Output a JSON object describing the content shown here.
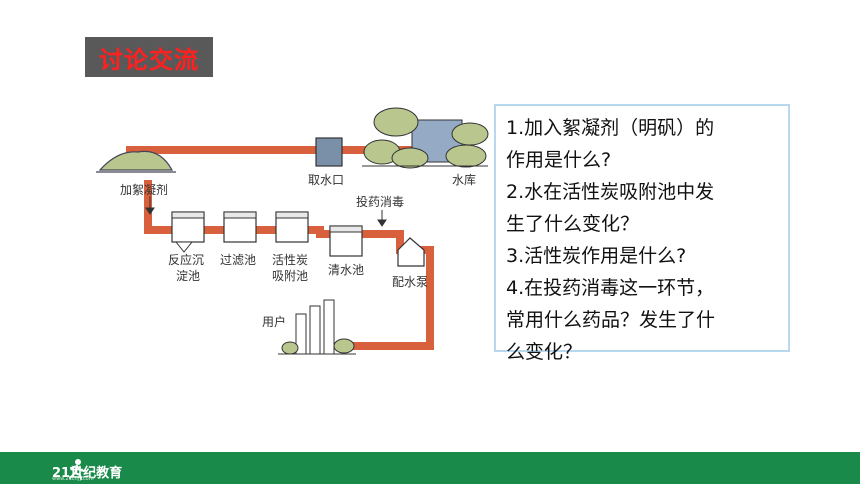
{
  "title": "讨论交流",
  "diagram": {
    "labels": {
      "add_coagulant": "加絮凝剂",
      "water_intake": "取水口",
      "reservoir": "水库",
      "dosing_disinfection": "投药消毒",
      "reaction_settling_1": "反应沉",
      "reaction_settling_2": "淀池",
      "filter_tank": "过滤池",
      "activated_carbon_1": "活性炭",
      "activated_carbon_2": "吸附池",
      "clear_water_tank": "清水池",
      "distribution_pump": "配水泵",
      "users": "用户"
    },
    "colors": {
      "pipe": "#d9603c",
      "tree": "#b9c78f"
    }
  },
  "questions": [
    "1.加入絮凝剂（明矾）的",
    "作用是什么?",
    "2.水在活性炭吸附池中发",
    "生了什么变化？",
    "3.活性炭作用是什么?",
    "4.在投药消毒这一环节，",
    "常用什么药品？发生了什",
    "么变化？"
  ],
  "footer": {
    "logo_text": "21世纪教育",
    "logo_sub": "www.21cnjy.com",
    "color": "#1a8a4a"
  }
}
